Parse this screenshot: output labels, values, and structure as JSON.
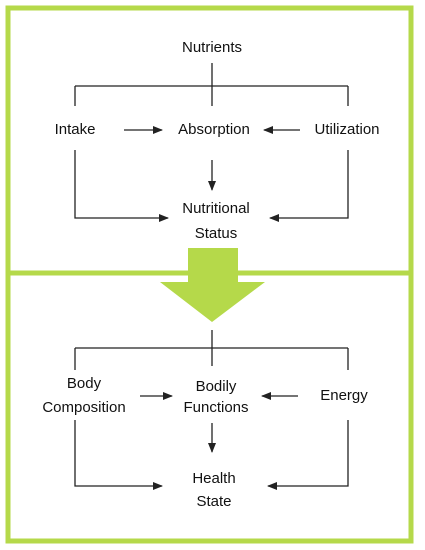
{
  "colors": {
    "frame": "#b5d94a",
    "arrow_fill": "#b5d94a",
    "line": "#222222",
    "text": "#111111"
  },
  "top_panel": {
    "header": "Nutrients",
    "left": "Intake",
    "center": "Absorption",
    "right": "Utilization",
    "result_line1": "Nutritional",
    "result_line2": "Status"
  },
  "bottom_panel": {
    "left_line1": "Body",
    "left_line2": "Composition",
    "center_line1": "Bodily",
    "center_line2": "Functions",
    "right": "Energy",
    "result_line1": "Health",
    "result_line2": "State"
  }
}
